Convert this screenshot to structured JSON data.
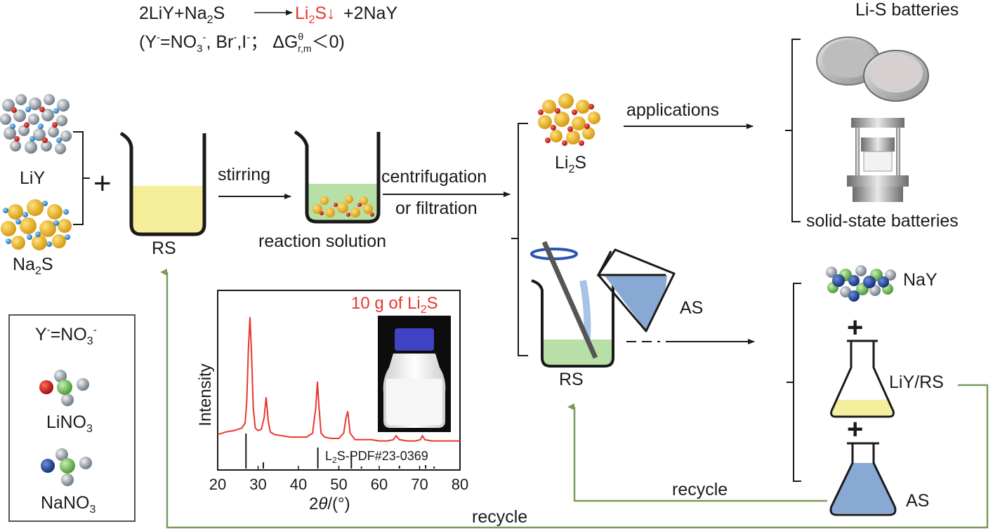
{
  "equation": {
    "lhs": "2LiY+Na",
    "lhs_sub": "2",
    "lhs_tail": "S",
    "product_li": "Li",
    "product_sub": "2",
    "product_tail": "S↓",
    "rhs": "+2NaY",
    "cond_open": "(Y",
    "cond_sup1": "-",
    "cond_mid1": "=NO",
    "cond_sub1": "3",
    "cond_sup2": "-",
    "cond_mid2": ", Br",
    "cond_sup3": "-",
    "cond_mid3": ",I",
    "cond_sup4": "-",
    "cond_mid4": "；  ΔG",
    "cond_sup5": "θ",
    "cond_sub5": "r,m",
    "cond_close": "＜0)"
  },
  "reactants": {
    "liy": "LiY",
    "na2s_a": "Na",
    "na2s_sub": "2",
    "na2s_b": "S",
    "plus": "+"
  },
  "labels": {
    "rs_beaker": "RS",
    "stirring": "stirring",
    "reaction_solution": "reaction solution",
    "centrifugation": "centrifugation",
    "filtration": "or filtration",
    "li2s_a": "Li",
    "li2s_sub": "2",
    "li2s_b": "S",
    "applications": "applications",
    "lis_batteries": "Li-S batteries",
    "solid_state": "solid-state batteries",
    "as_beaker": "AS",
    "rs_recovered": "RS",
    "nay": "NaY",
    "liy_rs": "LiY/RS",
    "as_flask": "AS",
    "plus1": "+",
    "plus2": "+",
    "recycle_inner": "recycle",
    "recycle_outer": "recycle"
  },
  "legend": {
    "y_a": "Y",
    "y_sup": "-",
    "y_b": "=NO",
    "y_sub": "3",
    "y_sup2": "-",
    "linoa": "LiNO",
    "linob": "3",
    "nanoa": "NaNO",
    "nanob": "3"
  },
  "inset": {
    "title_a": "10 g of Li",
    "title_sub": "2",
    "title_b": "S",
    "ref_a": "L",
    "ref_sub": "2",
    "ref_b": "S-PDF#23-0369"
  },
  "chart_data": {
    "type": "line",
    "xlabel": "2θ/(°)",
    "ylabel": "Intensity",
    "xlim": [
      20,
      80
    ],
    "xticks": [
      "20",
      "30",
      "40",
      "50",
      "60",
      "70",
      "80"
    ],
    "series": [
      {
        "x": [
          20,
          22,
          24,
          25,
          26,
          26.8,
          27.2,
          27.6,
          28,
          28.4,
          28.8,
          29.3,
          30,
          30.8,
          31.5,
          32,
          32.5,
          33,
          34,
          36,
          38,
          40,
          42,
          43.5,
          44.3,
          44.7,
          45.1,
          45.6,
          46.5,
          48,
          50,
          51.2,
          51.8,
          52.2,
          52.8,
          54,
          56,
          58,
          60,
          62,
          63.5,
          64.2,
          65,
          67,
          69,
          70.2,
          70.7,
          71.3,
          73,
          75,
          77,
          80
        ],
        "y": [
          0.09,
          0.11,
          0.12,
          0.13,
          0.14,
          0.18,
          0.35,
          0.75,
          1.0,
          0.7,
          0.3,
          0.14,
          0.12,
          0.13,
          0.22,
          0.38,
          0.2,
          0.11,
          0.09,
          0.08,
          0.07,
          0.07,
          0.07,
          0.1,
          0.3,
          0.5,
          0.3,
          0.1,
          0.07,
          0.06,
          0.06,
          0.1,
          0.22,
          0.27,
          0.1,
          0.05,
          0.05,
          0.05,
          0.04,
          0.04,
          0.05,
          0.08,
          0.05,
          0.04,
          0.04,
          0.05,
          0.08,
          0.05,
          0.04,
          0.04,
          0.04,
          0.04
        ]
      }
    ],
    "reference_peaks": [
      {
        "x": 27.0,
        "h": 1.0
      },
      {
        "x": 31.3,
        "h": 0.18
      },
      {
        "x": 44.8,
        "h": 0.6
      },
      {
        "x": 53.1,
        "h": 0.45
      },
      {
        "x": 55.6,
        "h": 0.06
      },
      {
        "x": 65.0,
        "h": 0.08
      },
      {
        "x": 71.5,
        "h": 0.1
      },
      {
        "x": 73.6,
        "h": 0.06
      }
    ]
  },
  "colors": {
    "red": "#e8372e",
    "arrow_green": "#7a9a5c",
    "yellow_solution": "#f5ef9c",
    "green_solution": "#b8dfa6",
    "blue_solution": "#87a9d3",
    "chart_line": "#e8372e"
  }
}
